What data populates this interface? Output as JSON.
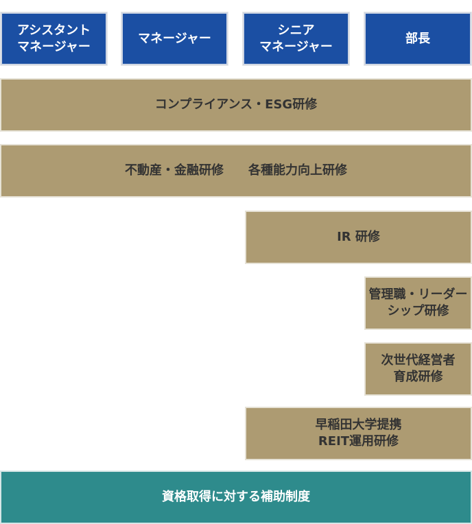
{
  "headers": {
    "assistant_manager": "アシスタント\nマネージャー",
    "manager": "マネージャー",
    "senior_manager": "シニア\nマネージャー",
    "general_manager": "部長"
  },
  "trainings": {
    "compliance_esg": "コンプライアンス・ESG研修",
    "real_estate_finance": "不動産・金融研修　　各種能力向上研修",
    "ir": "IR 研修",
    "leadership": "管理職・リーダー\nシップ研修",
    "next_generation": "次世代経営者\n育成研修",
    "waseda_reit": "早稲田大学提携\nREIT運用研修"
  },
  "support": {
    "qualification_subsidy": "資格取得に対する補助制度"
  },
  "colors": {
    "header_blue": "#1b4fa3",
    "training_gold": "#ad9b72",
    "support_teal": "#2e8b8c"
  }
}
